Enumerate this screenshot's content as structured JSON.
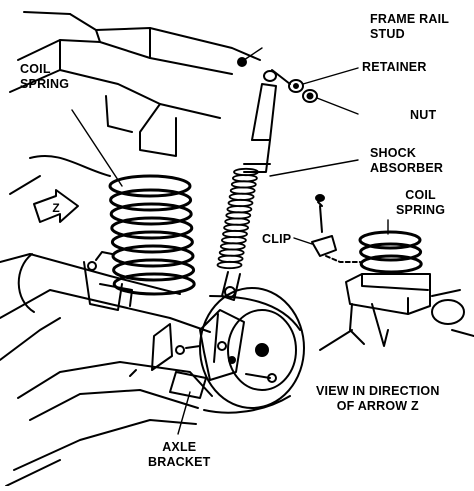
{
  "labels": {
    "frame_rail_stud": [
      "FRAME RAIL",
      "STUD"
    ],
    "retainer": "RETAINER",
    "nut": "NUT",
    "shock_absorber": [
      "SHOCK",
      "ABSORBER"
    ],
    "coil_spring_main": [
      "COIL",
      "SPRING"
    ],
    "coil_spring_inset": [
      "COIL",
      "SPRING"
    ],
    "clip": "CLIP",
    "view_caption": [
      "VIEW IN DIRECTION",
      "OF ARROW Z"
    ],
    "axle_bracket": [
      "AXLE",
      "BRACKET"
    ],
    "arrow_letter": "Z"
  },
  "colors": {
    "ink": "#000000",
    "paper": "#ffffff"
  }
}
